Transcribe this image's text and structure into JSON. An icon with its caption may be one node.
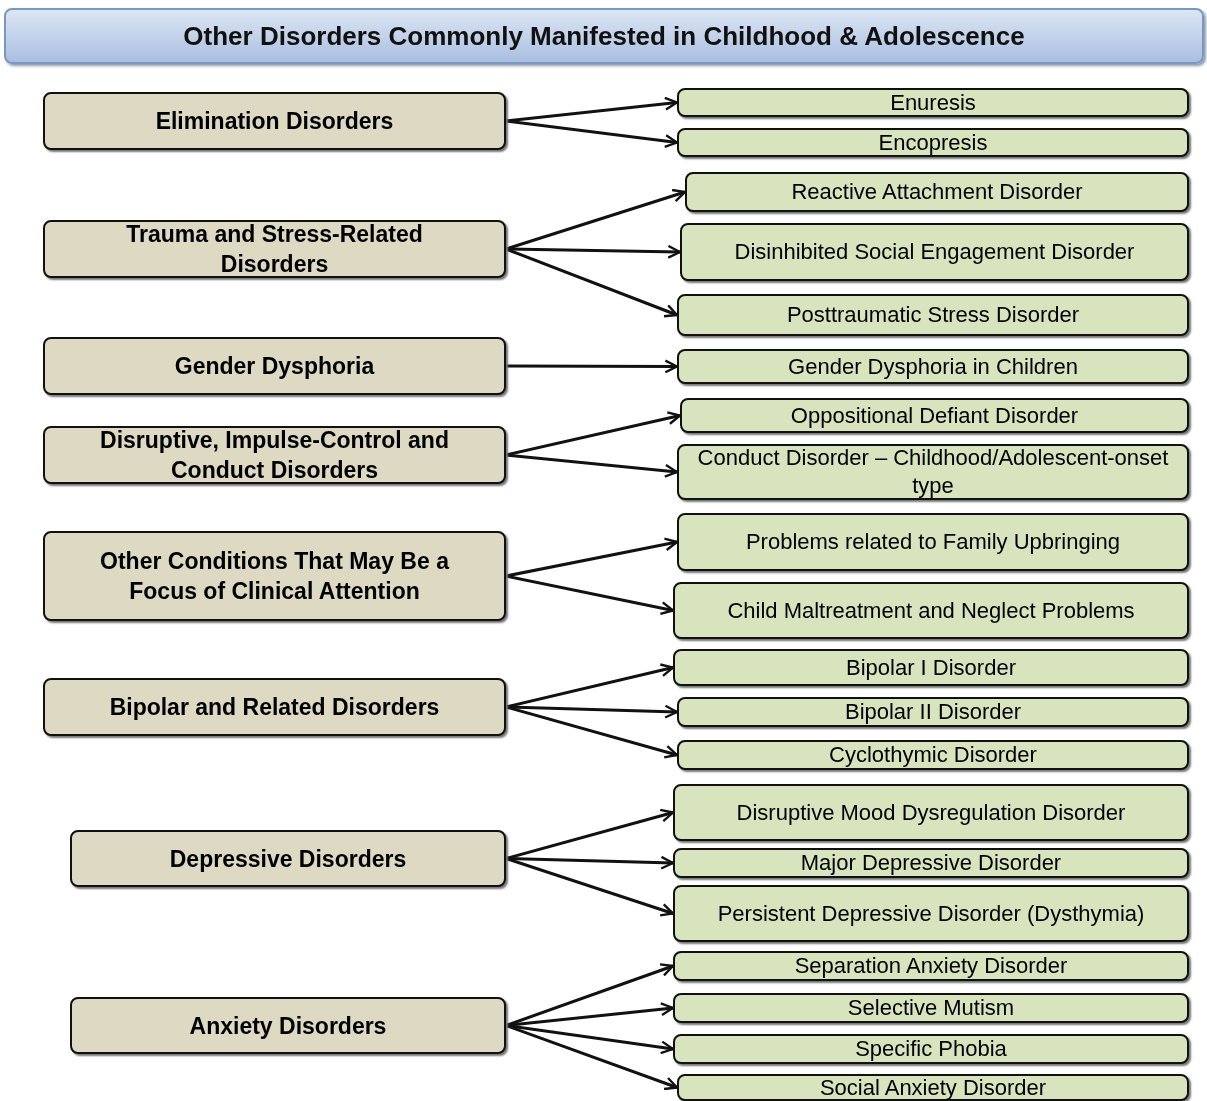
{
  "diagram": {
    "title": "Other Disorders Commonly Manifested in Childhood & Adolescence",
    "nodes": [
      {
        "text": [
          "Elimination Disorders"
        ]
      },
      {
        "text": [
          "Enuresis"
        ]
      },
      {
        "text": [
          "Encopresis"
        ]
      },
      {
        "text": [
          "Trauma and Stress-Related Disorders"
        ]
      },
      {
        "text": [
          "Reactive Attachment Disorder"
        ]
      },
      {
        "text": [
          "Disinhibited Social Engagement Disorder"
        ]
      },
      {
        "text": [
          "Posttraumatic Stress Disorder"
        ]
      },
      {
        "text": [
          "Gender Dysphoria"
        ]
      },
      {
        "text": [
          "Gender Dysphoria in Children"
        ]
      },
      {
        "text": [
          "Disruptive, Impulse-Control and Conduct Disorders"
        ]
      },
      {
        "text": [
          "Oppositional Defiant Disorder"
        ]
      },
      {
        "text": [
          "Conduct Disorder – Childhood/Adolescent-onset type"
        ]
      },
      {
        "text": [
          "Other Conditions That May Be a Focus of Clinical Attention"
        ]
      },
      {
        "text": [
          "Problems related to Family Upbringing"
        ]
      },
      {
        "text": [
          "Child Maltreatment and Neglect Problems"
        ]
      },
      {
        "text": [
          "Bipolar and Related Disorders"
        ]
      },
      {
        "text": [
          "Bipolar I Disorder"
        ]
      },
      {
        "text": [
          "Bipolar II Disorder"
        ]
      },
      {
        "text": [
          "Cyclothymic Disorder"
        ]
      },
      {
        "text": [
          "Depressive Disorders"
        ]
      },
      {
        "text": [
          "Disruptive Mood Dysregulation Disorder"
        ]
      },
      {
        "text": [
          "Major Depressive Disorder"
        ]
      },
      {
        "text": [
          "Persistent Depressive Disorder (Dysthymia)"
        ]
      },
      {
        "text": [
          "Anxiety Disorders"
        ]
      },
      {
        "text": [
          "Separation Anxiety Disorder"
        ]
      },
      {
        "text": [
          "Selective Mutism"
        ]
      },
      {
        "text": [
          "Specific Phobia"
        ]
      },
      {
        "text": [
          "Social Anxiety Disorder"
        ]
      }
    ],
    "edges": [
      {
        "from": 0,
        "to": 1,
        "arrow": "to"
      },
      {
        "from": 0,
        "to": 2,
        "arrow": "to"
      },
      {
        "from": 3,
        "to": 4,
        "arrow": "to"
      },
      {
        "from": 3,
        "to": 5,
        "arrow": "to"
      },
      {
        "from": 3,
        "to": 6,
        "arrow": "to"
      },
      {
        "from": 7,
        "to": 8,
        "arrow": "to"
      },
      {
        "from": 9,
        "to": 10,
        "arrow": "to"
      },
      {
        "from": 9,
        "to": 11,
        "arrow": "to"
      },
      {
        "from": 12,
        "to": 13,
        "arrow": "to"
      },
      {
        "from": 12,
        "to": 14,
        "arrow": "to"
      },
      {
        "from": 15,
        "to": 16,
        "arrow": "to"
      },
      {
        "from": 15,
        "to": 17,
        "arrow": "to"
      },
      {
        "from": 15,
        "to": 18,
        "arrow": "to"
      },
      {
        "from": 19,
        "to": 20,
        "arrow": "to"
      },
      {
        "from": 19,
        "to": 21,
        "arrow": "to"
      },
      {
        "from": 19,
        "to": 22,
        "arrow": "to"
      },
      {
        "from": 23,
        "to": 24,
        "arrow": "to"
      },
      {
        "from": 23,
        "to": 25,
        "arrow": "to"
      },
      {
        "from": 23,
        "to": 26,
        "arrow": "to"
      },
      {
        "from": 23,
        "to": 27,
        "arrow": "to"
      }
    ]
  }
}
